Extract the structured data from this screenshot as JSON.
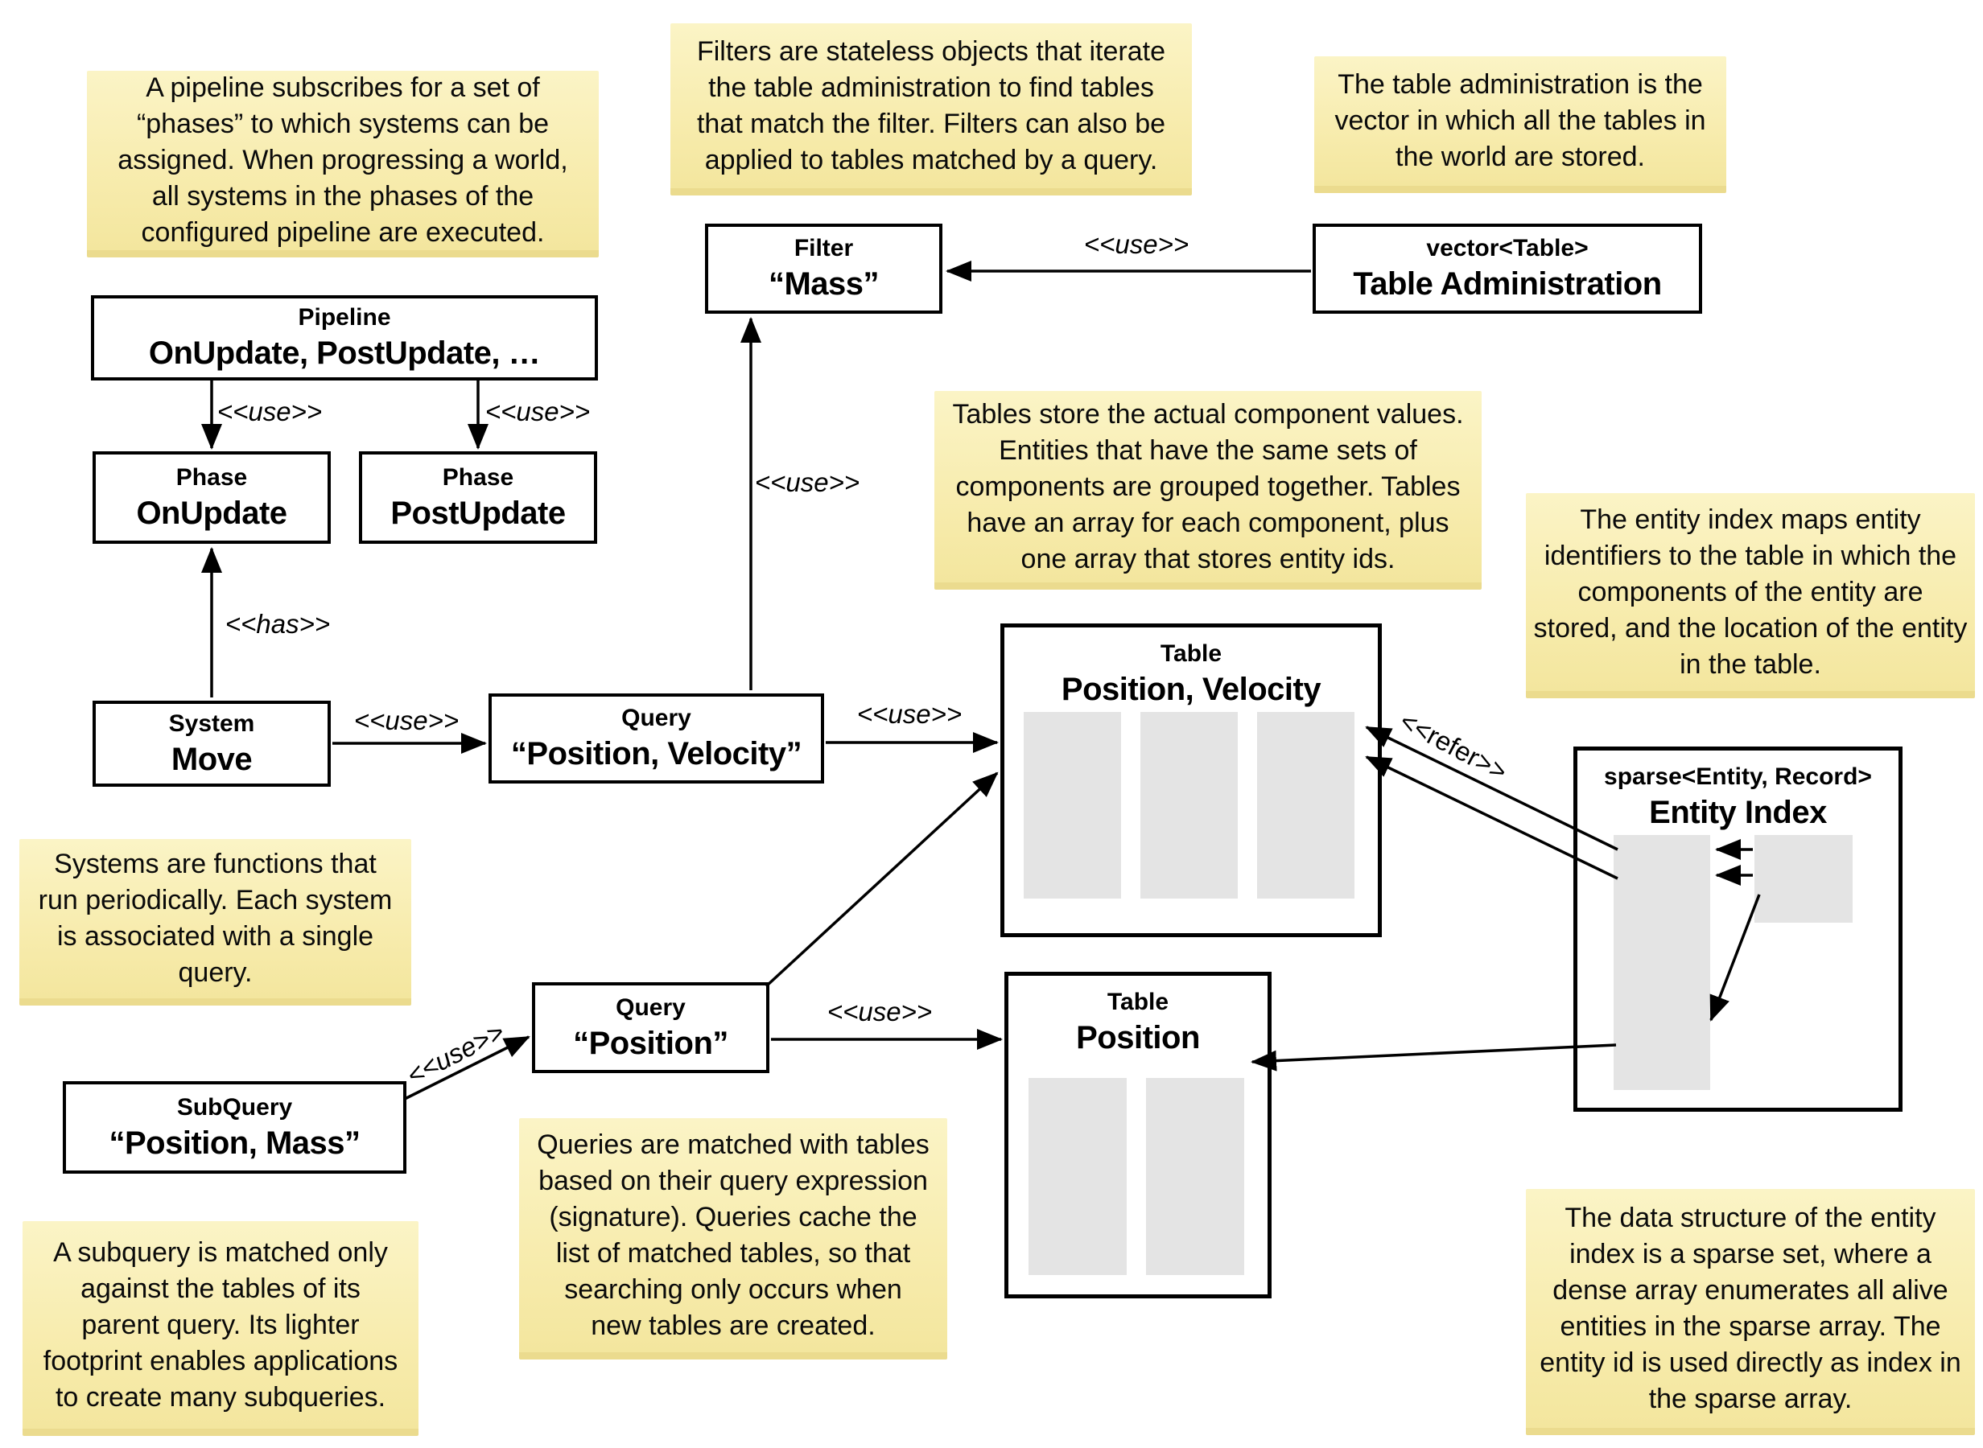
{
  "canvas": {
    "background": "#FFFFFF",
    "note_gradient_top": "#FBF4C6",
    "note_gradient_bottom": "#F3E69E",
    "note_edge": "#EBDB8E",
    "bar_fill": "#E4E4E4",
    "line_color": "#000000"
  },
  "notes": [
    {
      "id": "note-pipeline",
      "text": "A pipeline subscribes for a set of\n“phases” to which systems can be\nassigned. When progressing a world,\nall systems in the phases of the\nconfigured pipeline are executed."
    },
    {
      "id": "note-filters",
      "text": "Filters are stateless objects that iterate\nthe table administration to find tables\nthat match the filter. Filters can also be\napplied to tables matched by a query."
    },
    {
      "id": "note-table-admin",
      "text": "The table administration is the\nvector in which all the tables in\nthe world are stored."
    },
    {
      "id": "note-tables",
      "text": "Tables store the actual component values.\nEntities that have the same sets of\ncomponents are grouped together. Tables\nhave an array for each component, plus\none array that stores entity ids."
    },
    {
      "id": "note-entity-index",
      "text": "The entity index maps entity\nidentifiers to the table in which the\ncomponents of the entity are\nstored, and the location of the entity\nin the table."
    },
    {
      "id": "note-systems",
      "text": "Systems are functions that\nrun periodically. Each system\nis associated with a single\nquery."
    },
    {
      "id": "note-queries",
      "text": "Queries are matched with tables\nbased on their query expression\n(signature). Queries cache the\nlist of matched tables, so that\nsearching only occurs when\nnew tables are created."
    },
    {
      "id": "note-subquery",
      "text": "A subquery is matched only\nagainst the tables of its\nparent query. Its lighter\nfootprint enables applications\nto create many subqueries."
    },
    {
      "id": "note-sparse-set",
      "text": "The data structure of the entity\nindex is a sparse set, where a\ndense array enumerates all alive\nentities in the sparse array. The\nentity id is used directly as index in\nthe sparse array."
    }
  ],
  "boxes": [
    {
      "id": "pipeline",
      "title": "Pipeline",
      "value": "OnUpdate, PostUpdate, …"
    },
    {
      "id": "phase-onupdate",
      "title": "Phase",
      "value": "OnUpdate"
    },
    {
      "id": "phase-postupdate",
      "title": "Phase",
      "value": "PostUpdate"
    },
    {
      "id": "system-move",
      "title": "System",
      "value": "Move"
    },
    {
      "id": "query-pv",
      "title": "Query",
      "value": "“Position, Velocity”"
    },
    {
      "id": "filter-mass",
      "title": "Filter",
      "value": "“Mass”"
    },
    {
      "id": "table-admin",
      "title": "vector<Table>",
      "value": "Table Administration"
    },
    {
      "id": "table-pv",
      "title": "Table",
      "value": "Position, Velocity"
    },
    {
      "id": "table-pos",
      "title": "Table",
      "value": "Position"
    },
    {
      "id": "query-pos",
      "title": "Query",
      "value": "“Position”"
    },
    {
      "id": "subquery",
      "title": "SubQuery",
      "value": "“Position, Mass”"
    },
    {
      "id": "entity-index",
      "title": "sparse<Entity, Record>",
      "value": "Entity Index"
    }
  ],
  "labels": [
    {
      "id": "use-pipeline-onupdate",
      "text": "<<use>>"
    },
    {
      "id": "use-pipeline-postupdate",
      "text": "<<use>>"
    },
    {
      "id": "has-system-phase",
      "text": "<<has>>"
    },
    {
      "id": "use-system-query",
      "text": "<<use>>"
    },
    {
      "id": "use-query-filter",
      "text": "<<use>>"
    },
    {
      "id": "use-admin-filter",
      "text": "<<use>>"
    },
    {
      "id": "use-querypv-tablepv",
      "text": "<<use>>"
    },
    {
      "id": "use-querypos-tablepos",
      "text": "<<use>>"
    },
    {
      "id": "use-subquery-query",
      "text": "<<use>>"
    },
    {
      "id": "refer-entityindex-table",
      "text": "<<refer>>"
    }
  ]
}
